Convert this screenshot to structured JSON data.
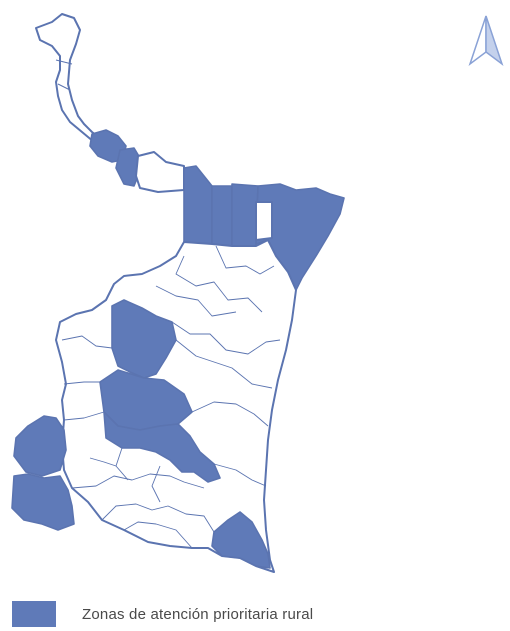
{
  "map": {
    "colors": {
      "outline": "#5b74b0",
      "priority_fill": "#5f7ab8",
      "background": "#ffffff",
      "north_arrow": "#8aa2d6"
    },
    "icons": {
      "north_arrow": "north-arrow-icon"
    },
    "regions": [
      {
        "id": "northwest-strip",
        "priority": false
      },
      {
        "id": "frontier-nw-1",
        "priority": true
      },
      {
        "id": "frontier-nw-2",
        "priority": true
      },
      {
        "id": "frontier-north-1",
        "priority": true
      },
      {
        "id": "frontier-north-2",
        "priority": true
      },
      {
        "id": "frontier-north-3",
        "priority": true
      },
      {
        "id": "frontier-north-4",
        "priority": true
      },
      {
        "id": "center-north",
        "priority": true
      },
      {
        "id": "center-mid",
        "priority": true
      },
      {
        "id": "center-south",
        "priority": true
      },
      {
        "id": "west-1",
        "priority": true
      },
      {
        "id": "west-2",
        "priority": true
      },
      {
        "id": "southeast",
        "priority": true
      },
      {
        "id": "other-municipalities",
        "priority": false
      }
    ]
  },
  "legend": {
    "label": "Zonas de atención prioritaria rural",
    "color": "#5f7ab8"
  }
}
